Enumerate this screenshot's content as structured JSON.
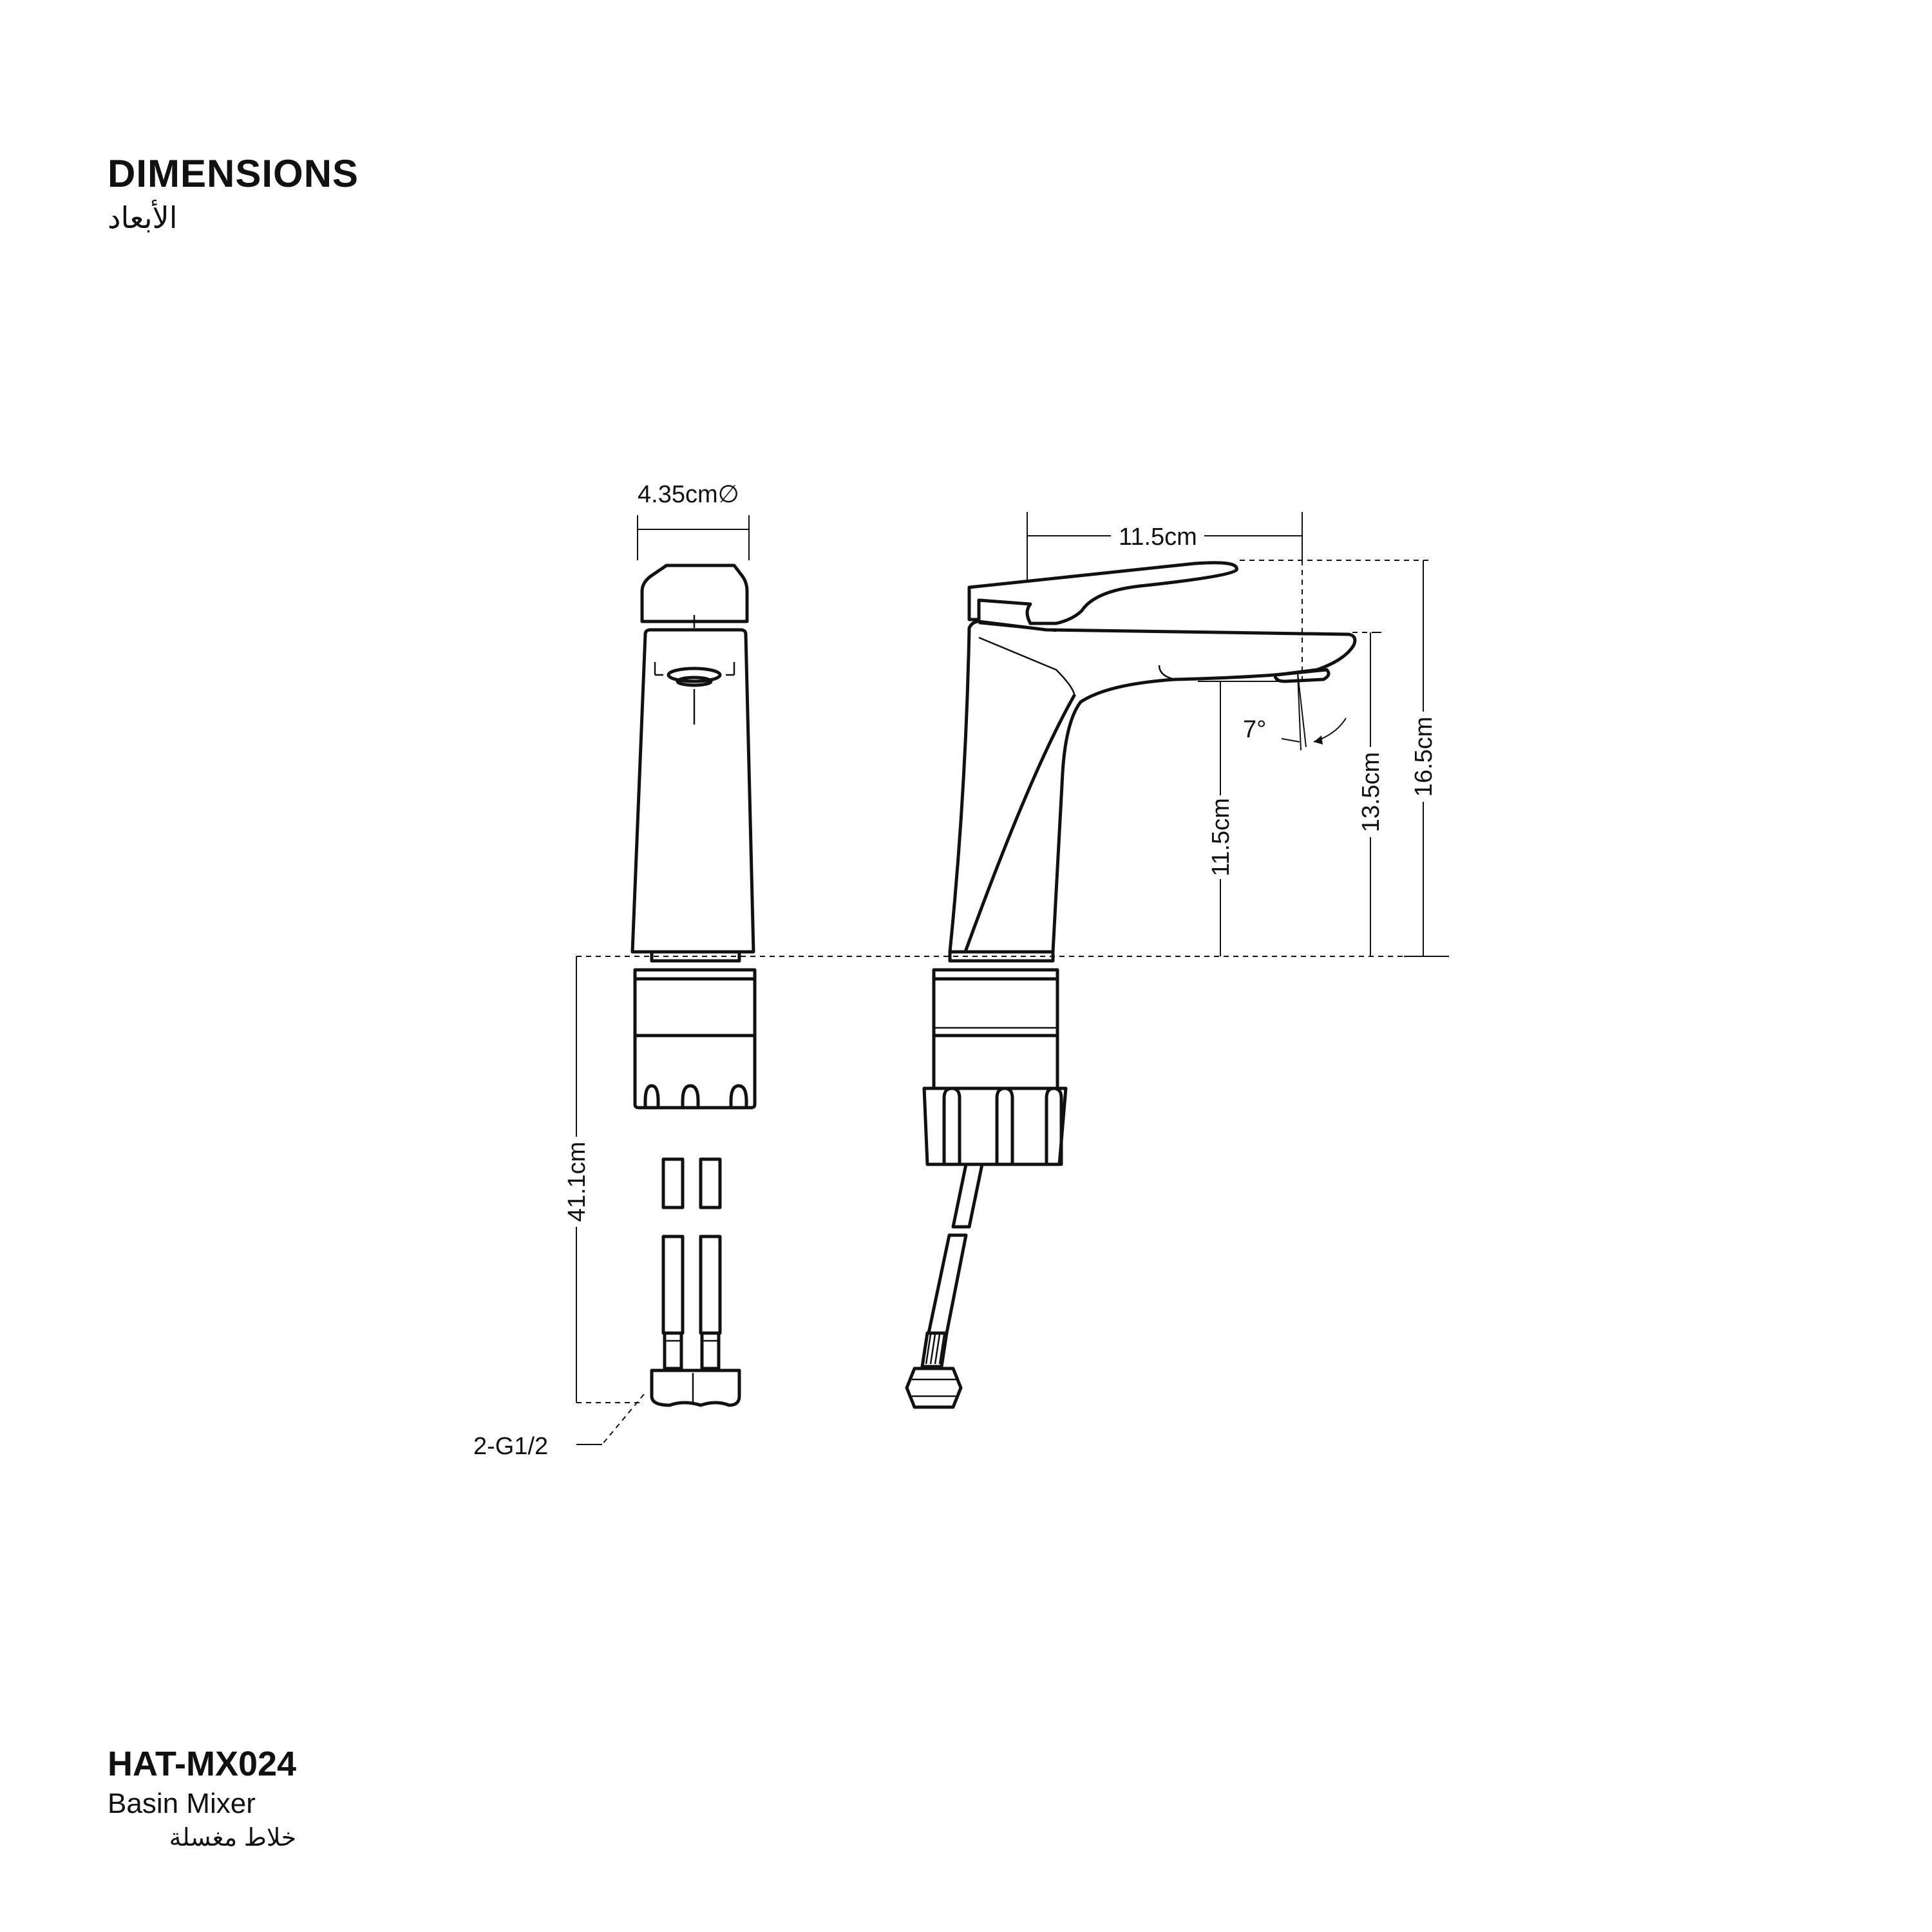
{
  "heading": {
    "title": "DIMENSIONS",
    "title_ar": "الأبعاد"
  },
  "product": {
    "code": "HAT-MX024",
    "name": "Basin Mixer",
    "name_ar": "خلاط مغسلة"
  },
  "dimensions": {
    "body_diameter": "4.35cm∅",
    "spout_reach": "11.5cm",
    "spout_height": "11.5cm",
    "spout_top_height": "13.5cm",
    "total_height": "16.5cm",
    "hose_length": "41.1cm",
    "spout_angle": "7°",
    "connection": "2-G1/2"
  }
}
